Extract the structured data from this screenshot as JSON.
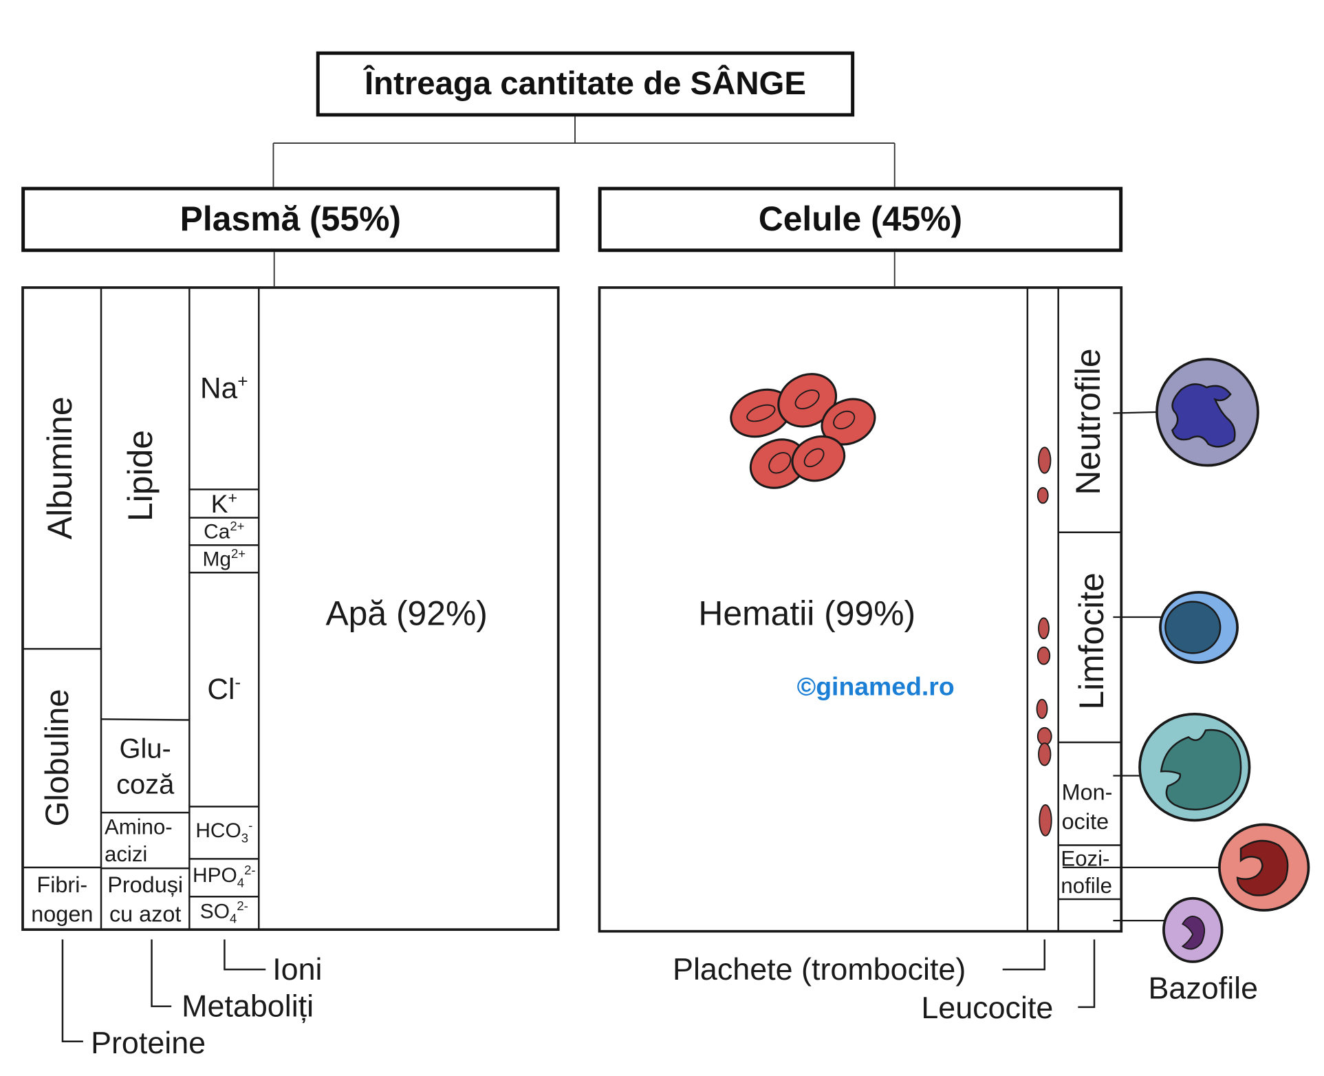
{
  "title": "Întreaga cantitate de SÂNGE",
  "plasma": {
    "header": "Plasmă (55%)",
    "albumine": "Albumine",
    "globuline": "Globuline",
    "fibrinogen": "Fibri-\nnogen",
    "lipide": "Lipide",
    "glucoza": "Glu-\ncoză",
    "aminoacizi": "Amino-\nacizi",
    "produsi_azot": "Produși\ncu azot",
    "ions": {
      "na": "Na",
      "na_charge": "+",
      "k": "K",
      "k_charge": "+",
      "ca": "Ca",
      "ca_charge": "2+",
      "mg": "Mg",
      "mg_charge": "2+",
      "cl": "Cl",
      "cl_charge": "-",
      "hco3": "HCO",
      "hco3_sub": "3",
      "hco3_charge": "-",
      "hpo4": "HPO",
      "hpo4_sub": "4",
      "hpo4_charge": "2-",
      "so4": "SO",
      "so4_sub": "4",
      "so4_charge": "2-"
    },
    "apa": "Apă (92%)"
  },
  "cells": {
    "header": "Celule (45%)",
    "hematii": "Hematii (99%)",
    "neutrofile": "Neutrofile",
    "limfocite": "Limfocite",
    "monocite": "Mon-\nocite",
    "eozinofile": "Eozi-\nnofile",
    "bazofile": "Bazofile"
  },
  "legend": {
    "ioni": "Ioni",
    "metaboliti": "Metaboliți",
    "proteine": "Proteine",
    "plachete": "Plachete (trombocite)",
    "leucocite": "Leucocite"
  },
  "watermark": "©ginamed.ro",
  "colors": {
    "rbc": "#d9534f",
    "neutrophil_body": "#9a9ac0",
    "neutrophil_nucleus": "#3a3aa0",
    "lymphocyte_body": "#7fb0e8",
    "lymphocyte_nucleus": "#2c5a7a",
    "monocyte_body": "#8fc8cc",
    "monocyte_nucleus": "#3e7f7c",
    "eosinophil_body": "#e88a7f",
    "eosinophil_nucleus": "#8a1f1f",
    "basophil_body": "#c8a8d8",
    "basophil_nucleus": "#5a2a6a",
    "watermark": "#1b7fd6"
  }
}
